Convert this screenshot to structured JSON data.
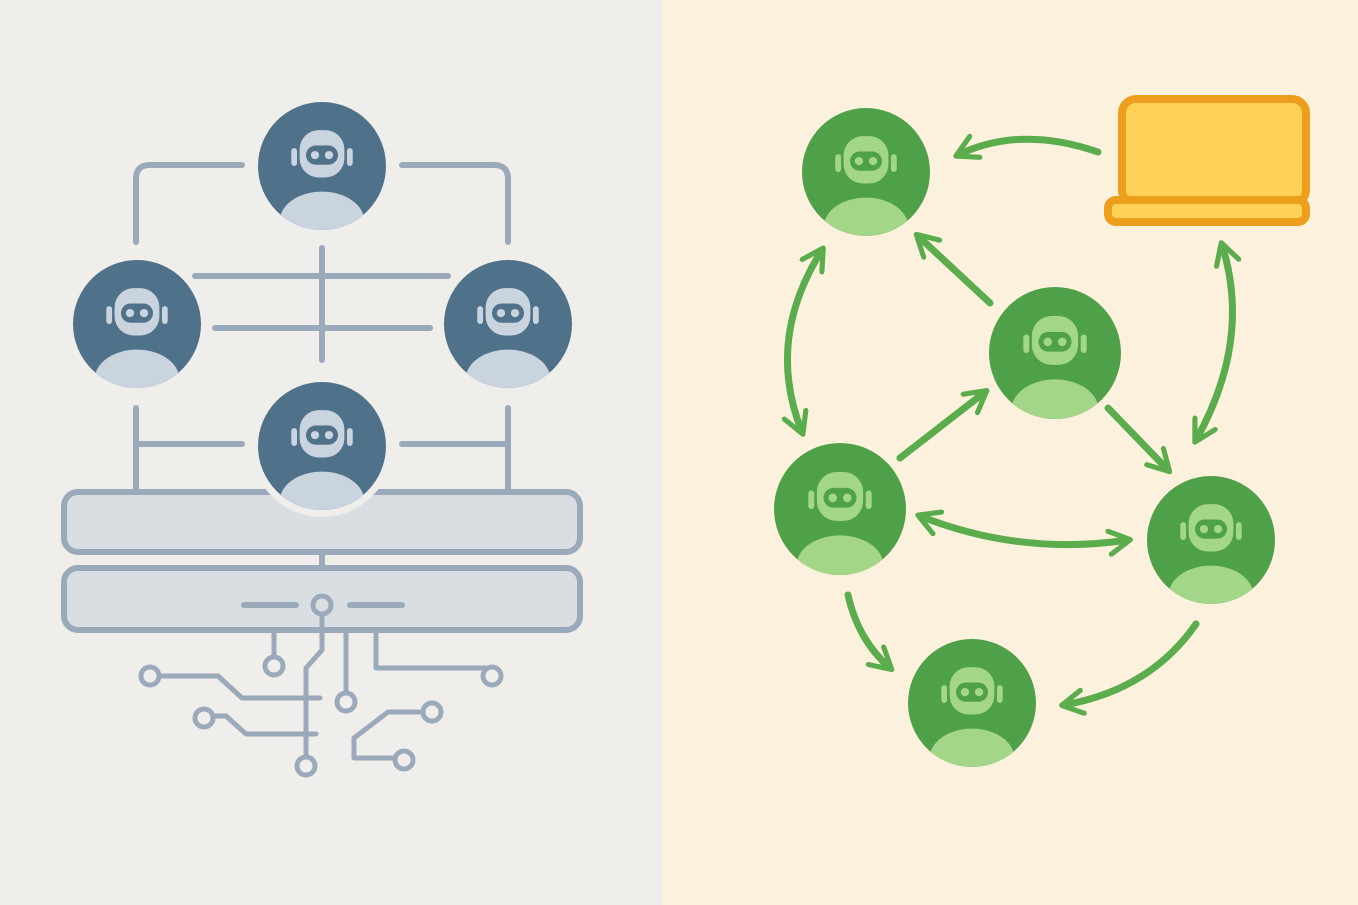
{
  "colors": {
    "left_background": "#efeeeb",
    "right_background": "#fcf1dc",
    "hierarchy_node": "#50718a",
    "hierarchy_line": "#9aaaba",
    "hierarchy_face": "#c9d4de",
    "hierarchy_bar_fill": "#d9dee3",
    "network_node": "#4ea148",
    "network_arrow": "#5aac4d",
    "network_face": "#a3d689",
    "laptop_fill": "#fcd155",
    "laptop_stroke": "#eb9f1d"
  },
  "left_panel": {
    "concept": "hierarchical",
    "nodes": [
      {
        "id": "top",
        "icon": "robot-agent-icon"
      },
      {
        "id": "middle-left",
        "icon": "robot-agent-icon"
      },
      {
        "id": "middle-right",
        "icon": "robot-agent-icon"
      },
      {
        "id": "bottom-center",
        "icon": "robot-agent-icon"
      }
    ],
    "base": [
      "upper-bar",
      "lower-bar"
    ],
    "circuit": "circuit-traces-icon"
  },
  "right_panel": {
    "concept": "peer-network",
    "nodes": [
      {
        "id": "top-left",
        "icon": "robot-agent-icon"
      },
      {
        "id": "center",
        "icon": "robot-agent-icon"
      },
      {
        "id": "left",
        "icon": "robot-agent-icon"
      },
      {
        "id": "right",
        "icon": "robot-agent-icon"
      },
      {
        "id": "bottom",
        "icon": "robot-agent-icon"
      }
    ],
    "device": "laptop-icon",
    "links": [
      {
        "from": "laptop",
        "to": "top-left",
        "direction": "one-way"
      },
      {
        "from": "center",
        "to": "top-left",
        "direction": "one-way"
      },
      {
        "from": "top-left",
        "to": "left",
        "direction": "two-way"
      },
      {
        "from": "left",
        "to": "center",
        "direction": "one-way"
      },
      {
        "from": "center",
        "to": "right",
        "direction": "one-way"
      },
      {
        "from": "laptop",
        "to": "right",
        "direction": "two-way"
      },
      {
        "from": "left",
        "to": "right",
        "direction": "two-way"
      },
      {
        "from": "left",
        "to": "bottom",
        "direction": "one-way"
      },
      {
        "from": "right",
        "to": "bottom",
        "direction": "one-way"
      }
    ]
  }
}
